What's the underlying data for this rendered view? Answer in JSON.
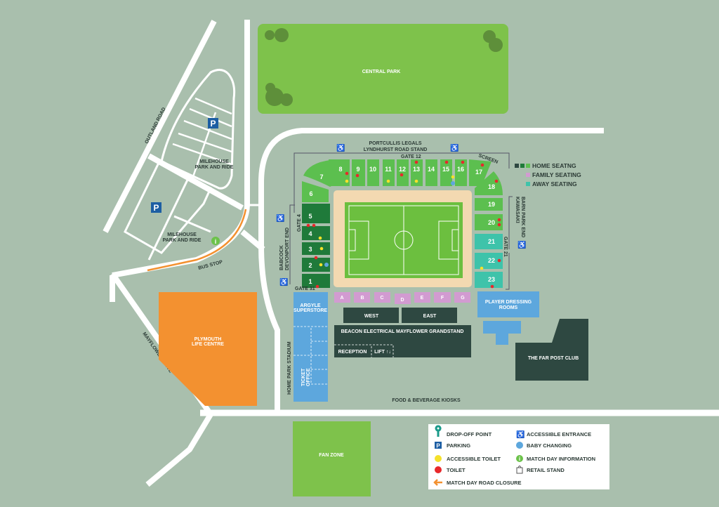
{
  "colors": {
    "background": "#a9bfad",
    "home": "#5cbf4f",
    "home_dark": "#1f7a3a",
    "home_mid": "#3e9d47",
    "family": "#d29bd1",
    "away": "#3ec3aa",
    "blue": "#5da7dd",
    "dark": "#2e4841",
    "orange": "#f39130",
    "park": "#7ec24b",
    "toilet": "#e8282b",
    "accessible_toilet": "#f5e12b"
  },
  "roads": {
    "outland_road": "OUTLAND ROAD",
    "mayflower_drive": "MAYFLOWER DRIVE",
    "bus_stop": "BUS STOP"
  },
  "places": {
    "central_park": "CENTRAL PARK",
    "milehouse_1": [
      "MILEHOUSE",
      "PARK AND RIDE"
    ],
    "milehouse_2": [
      "MILEHOUSE",
      "PARK AND RIDE"
    ],
    "life_centre": [
      "PLYMOUTH",
      "LIFE CENTRE"
    ],
    "fan_zone": "FAN ZONE",
    "far_post": "THE FAR POST CLUB",
    "food": "FOOD & BEVERAGE KIOSKS"
  },
  "stands": {
    "north": [
      "PORTCULLIS LEGALS",
      "LYNDHURST ROAD STAND"
    ],
    "west": [
      "BABCOCK",
      "DEVONPORT END"
    ],
    "east": [
      "KAWASAKI",
      "BARN PARK END"
    ],
    "south": "BEACON ELECTRICAL MAYFLOWER GRANDSTAND",
    "home_park": "HOME PARK STADIUM",
    "gate12": "GATE 12",
    "gate4": "GATE 4",
    "gate31": "GATE 31",
    "gate21": "GATE 21",
    "screen": "SCREEN"
  },
  "sections": {
    "s1": "1",
    "s2": "2",
    "s3": "3",
    "s4": "4",
    "s5": "5",
    "s6": "6",
    "s7": "7",
    "s8": "8",
    "s9": "9",
    "s10": "10",
    "s11": "11",
    "s12": "12",
    "s13": "13",
    "s14": "14",
    "s15": "15",
    "s16": "16",
    "s17": "17",
    "s18": "18",
    "s19": "19",
    "s20": "20",
    "s21": "21",
    "s22": "22",
    "s23": "23"
  },
  "family_blocks": [
    "A",
    "B",
    "C",
    "D",
    "E",
    "F",
    "G"
  ],
  "buildings": {
    "superstore": [
      "ARGYLE",
      "SUPERSTORE"
    ],
    "ticket": [
      "TICKET",
      "OFFICE"
    ],
    "west": "WEST",
    "east": "EAST",
    "reception": "RECEPTION",
    "lift": "LIFT ↑↓",
    "dressing": [
      "PLAYER DRESSING",
      "ROOMS"
    ]
  },
  "seating_key": {
    "home": "HOME SEATNG",
    "family": "FAMILY SEATING",
    "away": "AWAY SEATING"
  },
  "legend": {
    "dropoff": "DROP-OFF POINT",
    "accessible_entrance": "ACCESSIBLE ENTRANCE",
    "parking": "PARKING",
    "baby": "BABY CHANGING",
    "acc_toilet": "ACCESSIBLE TOILET",
    "info": "MATCH DAY INFORMATION",
    "toilet": "TOILET",
    "retail": "RETAIL STAND",
    "closure": "MATCH DAY ROAD CLOSURE"
  },
  "icons": {
    "parking": "P",
    "info": "i",
    "accessible": "♿"
  }
}
